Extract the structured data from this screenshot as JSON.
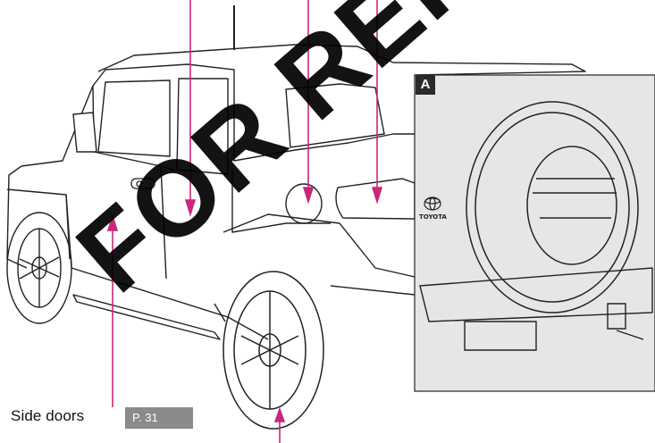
{
  "callout": {
    "label": "Side doors",
    "page_ref": "P. 31"
  },
  "inset": {
    "tag": "A",
    "brand": "TOYOTA"
  },
  "watermark": {
    "text": "FOR REPRODUCTION"
  },
  "colors": {
    "leader_line": "#c8287a",
    "page_ref_bg": "#8a8a8a",
    "inset_bg": "#e6e6e6",
    "outline": "#222222"
  }
}
